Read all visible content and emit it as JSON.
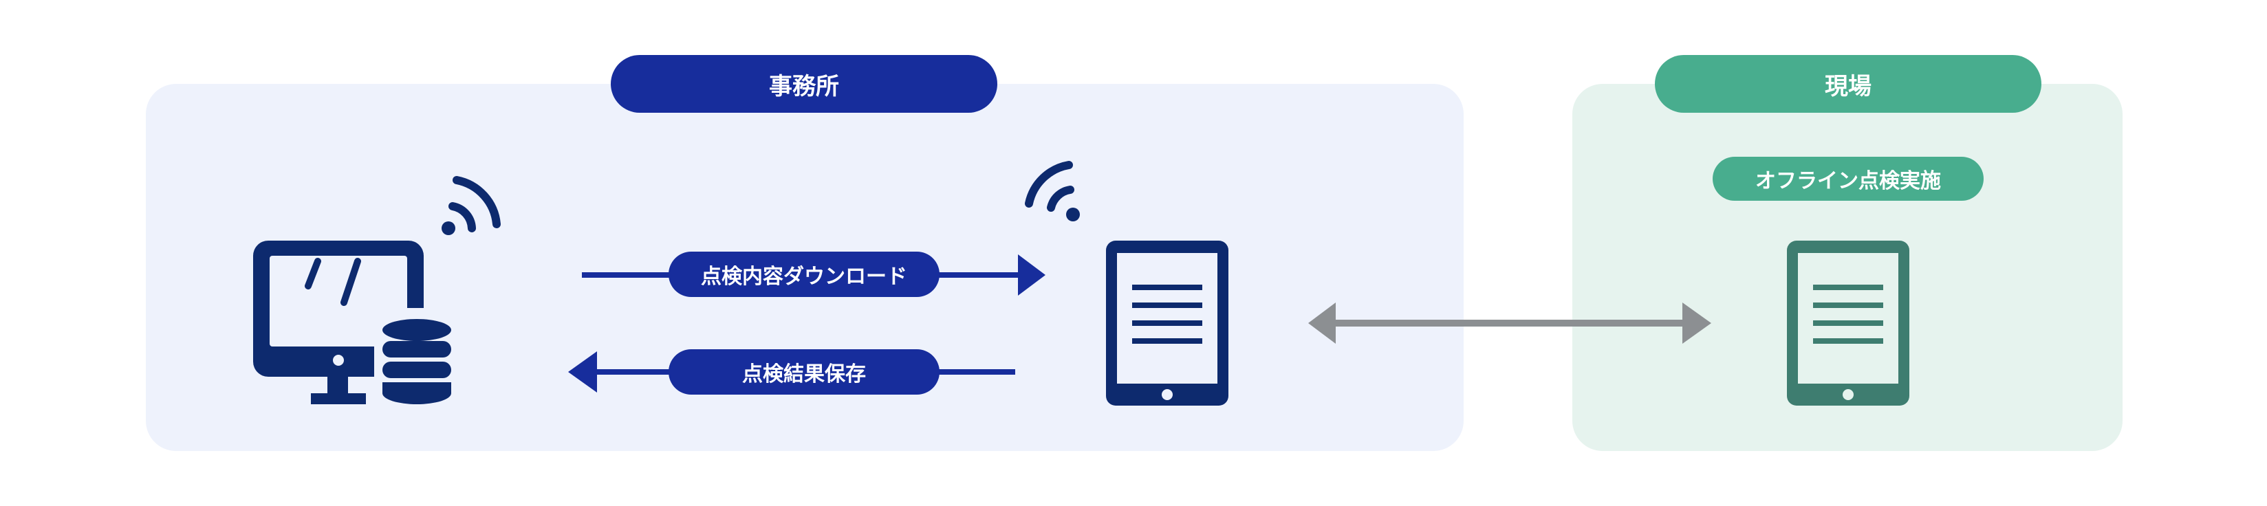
{
  "office": {
    "label": "事務所"
  },
  "site": {
    "label": "現場",
    "status": "オフライン点検実施"
  },
  "flows": {
    "download": "点検内容ダウンロード",
    "save": "点検結果保存"
  },
  "colors": {
    "navy": "#172d9c",
    "device_navy": "#0d2a6e",
    "green": "#48ad8e",
    "device_green": "#3e7d70",
    "sync_arrow": "#8c8f92"
  },
  "icons": [
    "desktop-computer-icon",
    "database-icon",
    "wifi-icon",
    "tablet-icon",
    "double-arrow-icon"
  ]
}
